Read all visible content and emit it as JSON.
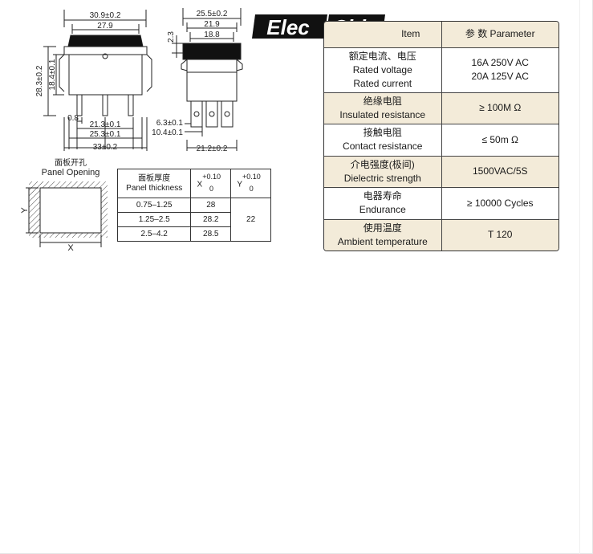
{
  "logo": {
    "part1": "Elec",
    "part2": "Chip"
  },
  "front_view": {
    "dim_top_outer": "30.9±0.2",
    "dim_top_inner": "27.9",
    "dim_left_outer": "28.3±0.2",
    "dim_left_inner": "18.4±0.1",
    "dim_pin": "0.8",
    "dim_b1": "21.3±0.1",
    "dim_b2": "25.3±0.1",
    "dim_b3": "33±0.2"
  },
  "side_view": {
    "dim_top_outer": "25.5±0.2",
    "dim_top_mid": "21.9",
    "dim_top_inner": "18.8",
    "dim_left": "2.3",
    "dim_term1": "6.3±0.1",
    "dim_term2": "10.4±0.1",
    "dim_bottom": "21.2±0.2"
  },
  "panel_opening": {
    "label_cn": "面板开孔",
    "label_en": "Panel Opening",
    "axis_y": "Y",
    "axis_x": "X"
  },
  "panel_table": {
    "head_cn": "面板厚度",
    "head_en": "Panel thickness",
    "x_label": "X",
    "y_label": "Y",
    "tol_plus": "+0.10",
    "tol_zero": "0",
    "rows": [
      {
        "thickness": "0.75–1.25",
        "x": "28"
      },
      {
        "thickness": "1.25–2.5",
        "x": "28.2"
      },
      {
        "thickness": "2.5–4.2",
        "x": "28.5"
      }
    ],
    "y_value": "22"
  },
  "params": {
    "head_item": "Item",
    "head_param": "参 数  Parameter",
    "rows": [
      {
        "cn": "额定电流、电压",
        "en1": "Rated voltage",
        "en2": "Rated current",
        "v1": "16A  250V AC",
        "v2": "20A 125V AC"
      },
      {
        "cn": "绝缘电阻",
        "en1": "Insulated resistance",
        "v1": "≥ 100M Ω"
      },
      {
        "cn": "接触电阻",
        "en1": "Contact resistance",
        "v1": "≤ 50m Ω"
      },
      {
        "cn": "介电强度(极间)",
        "en1": "Dielectric strength",
        "v1": "1500VAC/5S"
      },
      {
        "cn": "电器寿命",
        "en1": "Endurance",
        "v1": "≥ 10000 Cycles"
      },
      {
        "cn": "使用温度",
        "en1": "Ambient temperature",
        "v1": "T 120"
      }
    ]
  }
}
